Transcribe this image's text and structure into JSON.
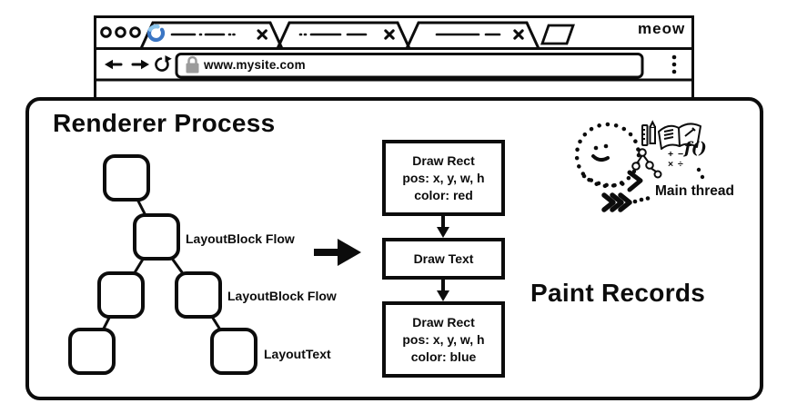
{
  "browser": {
    "brand": "meow",
    "url": "www.mysite.com"
  },
  "renderer": {
    "title": "Renderer Process",
    "tree_labels": [
      "LayoutBlock Flow",
      "LayoutBlock Flow",
      "LayoutText"
    ],
    "paint": {
      "title": "Paint Records",
      "boxes": [
        {
          "line1": "Draw Rect",
          "line2": "pos: x, y, w, h",
          "line3": "color: red"
        },
        {
          "line1": "Draw Text"
        },
        {
          "line1": "Draw Rect",
          "line2": "pos: x, y, w, h",
          "line3": "color: blue"
        }
      ]
    },
    "main_thread": {
      "label": "Main thread",
      "doodles": {
        "math_row1": "+ −",
        "math_row2": "× ÷",
        "function": "f()"
      }
    }
  },
  "colors": {
    "ink": "#0c0c0c",
    "spinner_dark": "#3b76c4",
    "spinner_light": "#8cc6ec",
    "lock_gray": "#9b9b9b"
  }
}
